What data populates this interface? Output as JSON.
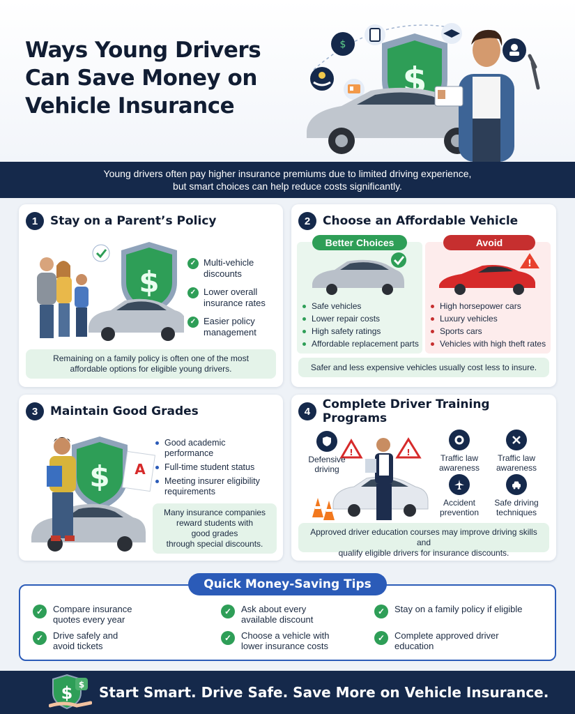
{
  "title": {
    "lines": [
      "Ways Young Drivers",
      "Can Save Money on",
      "Vehicle Insurance"
    ]
  },
  "banner": {
    "lines": [
      "Young drivers often pay higher insurance premiums due to limited driving experience,",
      "but smart choices can help reduce costs significantly."
    ]
  },
  "section1": {
    "number": "1",
    "title": "Stay on a Parent’s Policy",
    "items": [
      [
        "Multi-vehicle",
        "discounts"
      ],
      [
        "Lower overall",
        "insurance rates"
      ],
      [
        "Easier policy",
        "management"
      ]
    ],
    "note": [
      "Remaining on a family policy is often one of the most",
      "affordable options for eligible young drivers."
    ]
  },
  "section2": {
    "number": "2",
    "title": "Choose an Affordable Vehicle",
    "better_label": "Better Choices",
    "avoid_label": "Avoid",
    "better_items": [
      "Safe vehicles",
      "Lower repair costs",
      "High safety ratings",
      "Affordable replacement parts"
    ],
    "avoid_items": [
      "High horsepower cars",
      "Luxury vehicles",
      "Sports cars",
      "Vehicles with high theft rates"
    ],
    "note": "Safer and less expensive vehicles usually cost less to insure."
  },
  "section3": {
    "number": "3",
    "title": "Maintain Good Grades",
    "items": [
      [
        "Good academic",
        "performance"
      ],
      [
        "Full-time student status"
      ],
      [
        "Meeting insurer eligibility",
        "requirements"
      ]
    ],
    "note": [
      "Many insurance companies",
      "reward students with",
      "good grades",
      "through special discounts."
    ]
  },
  "section4": {
    "number": "4",
    "title": "Complete Driver Training Programs",
    "items": [
      {
        "lines": [
          "Defensive",
          "driving"
        ],
        "icon": "shield-icon"
      },
      {
        "lines": [
          "Traffic law",
          "awareness"
        ],
        "icon": "gear-icon"
      },
      {
        "lines": [
          "Traffic law",
          "awareness"
        ],
        "icon": "tools-icon"
      },
      {
        "lines": [
          "Accident",
          "prevention"
        ],
        "icon": "plane-icon"
      },
      {
        "lines": [
          "Safe driving",
          "techniques"
        ],
        "icon": "car-icon"
      }
    ],
    "note": [
      "Approved driver education courses may improve driving skills and",
      "qualify eligible drivers for insurance discounts."
    ]
  },
  "tips": {
    "title": "Quick Money-Saving Tips",
    "items": [
      [
        "Compare insurance",
        "quotes every year"
      ],
      [
        "Ask about every",
        "available discount"
      ],
      [
        "Stay on a family policy if eligible"
      ],
      [
        "Drive safely and",
        "avoid tickets"
      ],
      [
        "Choose a vehicle with",
        "lower insurance costs"
      ],
      [
        "Complete approved driver education"
      ]
    ]
  },
  "footer": {
    "text": "Start Smart. Drive Safe. Save More on Vehicle Insurance."
  },
  "colors": {
    "navy": "#15294b",
    "green": "#2e9e57",
    "red": "#c62f2f",
    "blue": "#2b5bb8",
    "dollar": "$"
  }
}
